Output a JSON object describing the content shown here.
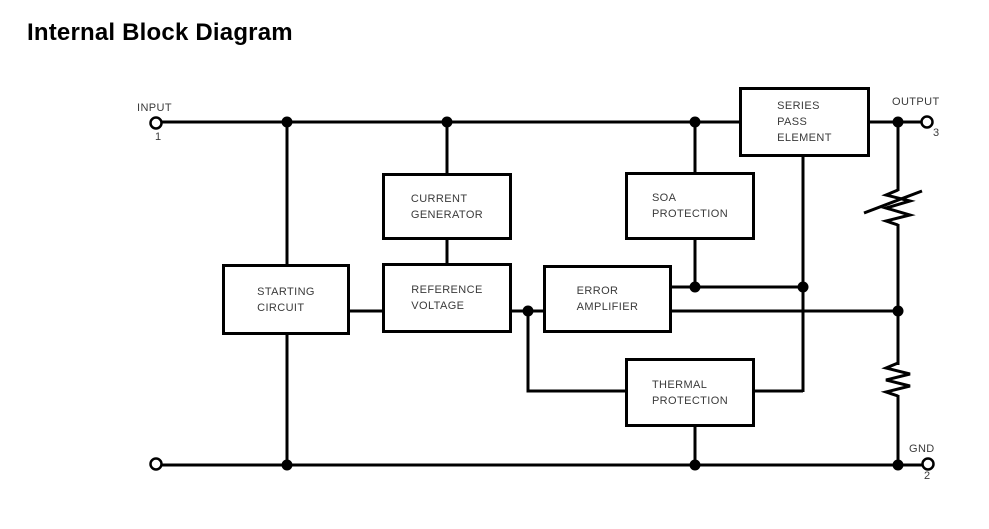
{
  "title": "Internal Block Diagram",
  "colors": {
    "line": "#000000",
    "text": "#3a3a3a",
    "title": "#000000",
    "background": "#ffffff"
  },
  "diagram": {
    "blocks": {
      "starting_circuit": {
        "label": "STARTING\nCIRCUIT"
      },
      "current_generator": {
        "label": "CURRENT\nGENERATOR"
      },
      "reference_voltage": {
        "label": "REFERENCE\nVOLTAGE"
      },
      "error_amplifier": {
        "label": "ERROR\nAMPLIFIER"
      },
      "soa_protection": {
        "label": "SOA\nPROTECTION"
      },
      "series_pass_element": {
        "label": "SERIES\nPASS\nELEMENT"
      },
      "thermal_protection": {
        "label": "THERMAL\nPROTECTION"
      }
    },
    "pins": {
      "input": {
        "name": "INPUT",
        "number": "1"
      },
      "output": {
        "name": "OUTPUT",
        "number": "3"
      },
      "gnd": {
        "name": "GND",
        "number": "2"
      }
    },
    "components": {
      "adjustable_resistor": "adjustable-resistor",
      "fixed_resistor": "fixed-resistor"
    }
  }
}
